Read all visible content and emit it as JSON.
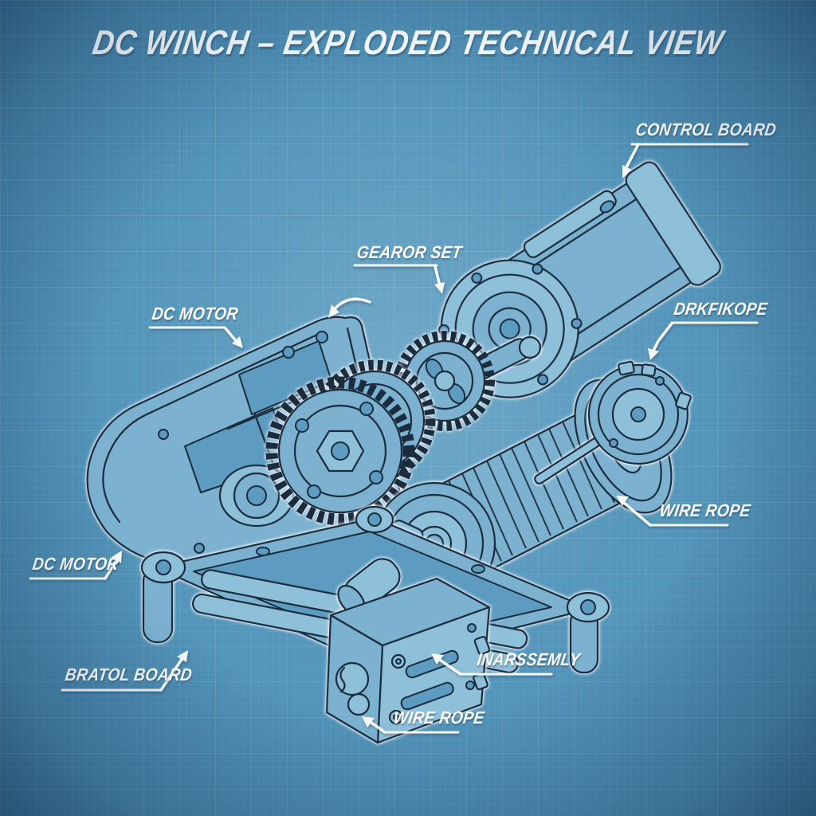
{
  "title": "DC WINCH – EXPLODED TECHNICAL VIEW",
  "diagram": {
    "subject": "DC winch exploded technical view",
    "style": "blueprint line drawing on blue grid",
    "labels": [
      {
        "text": "CONTROL BOARD",
        "target": "motor assembly (top right)"
      },
      {
        "text": "GEAROR SET",
        "target": "gear train (center)"
      },
      {
        "text": "DC MOTOR",
        "target": "gearbox side plate (upper left)"
      },
      {
        "text": "DRKFIKOPE",
        "target": "drum end cap (right)"
      },
      {
        "text": "WIRE ROPE",
        "target": "cable drum (right)"
      },
      {
        "text": "DC MOTOR",
        "target": "side plate (lower left)"
      },
      {
        "text": "BRATOL BOARD",
        "target": "roller fairlead frame (bottom left)"
      },
      {
        "text": "INARSSEMLY",
        "target": "control box (bottom center)"
      },
      {
        "text": "WIRE ROPE",
        "target": "control box lower corner"
      }
    ],
    "parts": [
      "motor assembly",
      "gear set",
      "gearbox side plate",
      "cable drum with wound wire rope",
      "drum end cap",
      "roller fairlead frame",
      "control box with clutch knob"
    ]
  },
  "colors": {
    "background_blue": "#5495ba",
    "line_ink": "#1a2c3e",
    "part_fill": "#7cb1cf",
    "part_fill_light": "#8fc0da",
    "label_text": "#ffffff"
  }
}
